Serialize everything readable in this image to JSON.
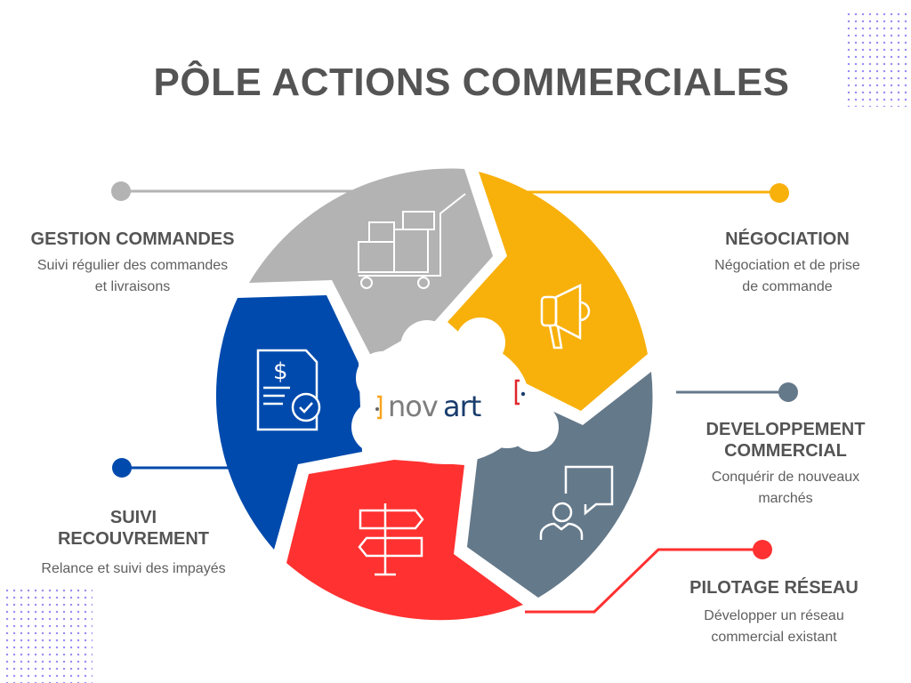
{
  "title": "PÔLE ACTIONS COMMERCIALES",
  "logo": {
    "text_part1": "nov",
    "text_part2": "art"
  },
  "colors": {
    "gray": "#b3b3b3",
    "yellow": "#f8b00b",
    "slate": "#64798a",
    "blue": "#004aad",
    "red": "#ff3131",
    "text": "#545454"
  },
  "segments": [
    {
      "title": "GESTION COMMANDES",
      "desc1": "Suivi régulier des commandes",
      "desc2": "et livraisons",
      "icon": "cart-boxes-icon"
    },
    {
      "title": "NÉGOCIATION",
      "desc1": "Négociation et de prise",
      "desc2": "de commande",
      "icon": "megaphone-icon"
    },
    {
      "title1": "DEVELOPPEMENT",
      "title2": "COMMERCIAL",
      "desc1": "Conquérir de nouveaux",
      "desc2": "marchés",
      "icon": "person-speech-icon"
    },
    {
      "title": "PILOTAGE RÉSEAU",
      "desc1": "Développer un réseau",
      "desc2": "commercial existant",
      "icon": "signpost-icon"
    },
    {
      "title1": "SUIVI",
      "title2": "RECOUVREMENT",
      "desc1": "Relance et suivi des impayés",
      "icon": "invoice-check-icon"
    }
  ]
}
